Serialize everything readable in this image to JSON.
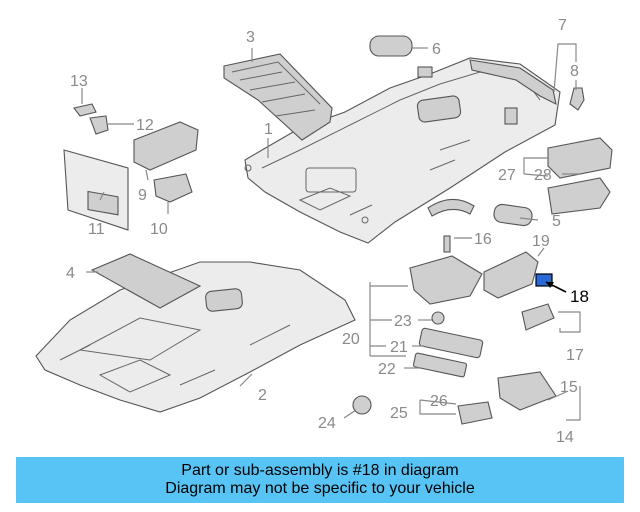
{
  "callouts": {
    "n1": "1",
    "n2": "2",
    "n3": "3",
    "n4": "4",
    "n5": "5",
    "n6": "6",
    "n7": "7",
    "n8": "8",
    "n9": "9",
    "n10": "10",
    "n11": "11",
    "n12": "12",
    "n13": "13",
    "n14": "14",
    "n15": "15",
    "n16": "16",
    "n17": "17",
    "n18": "18",
    "n19": "19",
    "n20": "20",
    "n21": "21",
    "n22": "22",
    "n23": "23",
    "n24": "24",
    "n25": "25",
    "n26": "26",
    "n27": "27",
    "n28": "28"
  },
  "highlighted_part": "18",
  "banner": {
    "line1": "Part or sub-assembly is #18 in diagram",
    "line2": "Diagram may not be specific to your vehicle",
    "background": "#58c4f5"
  }
}
